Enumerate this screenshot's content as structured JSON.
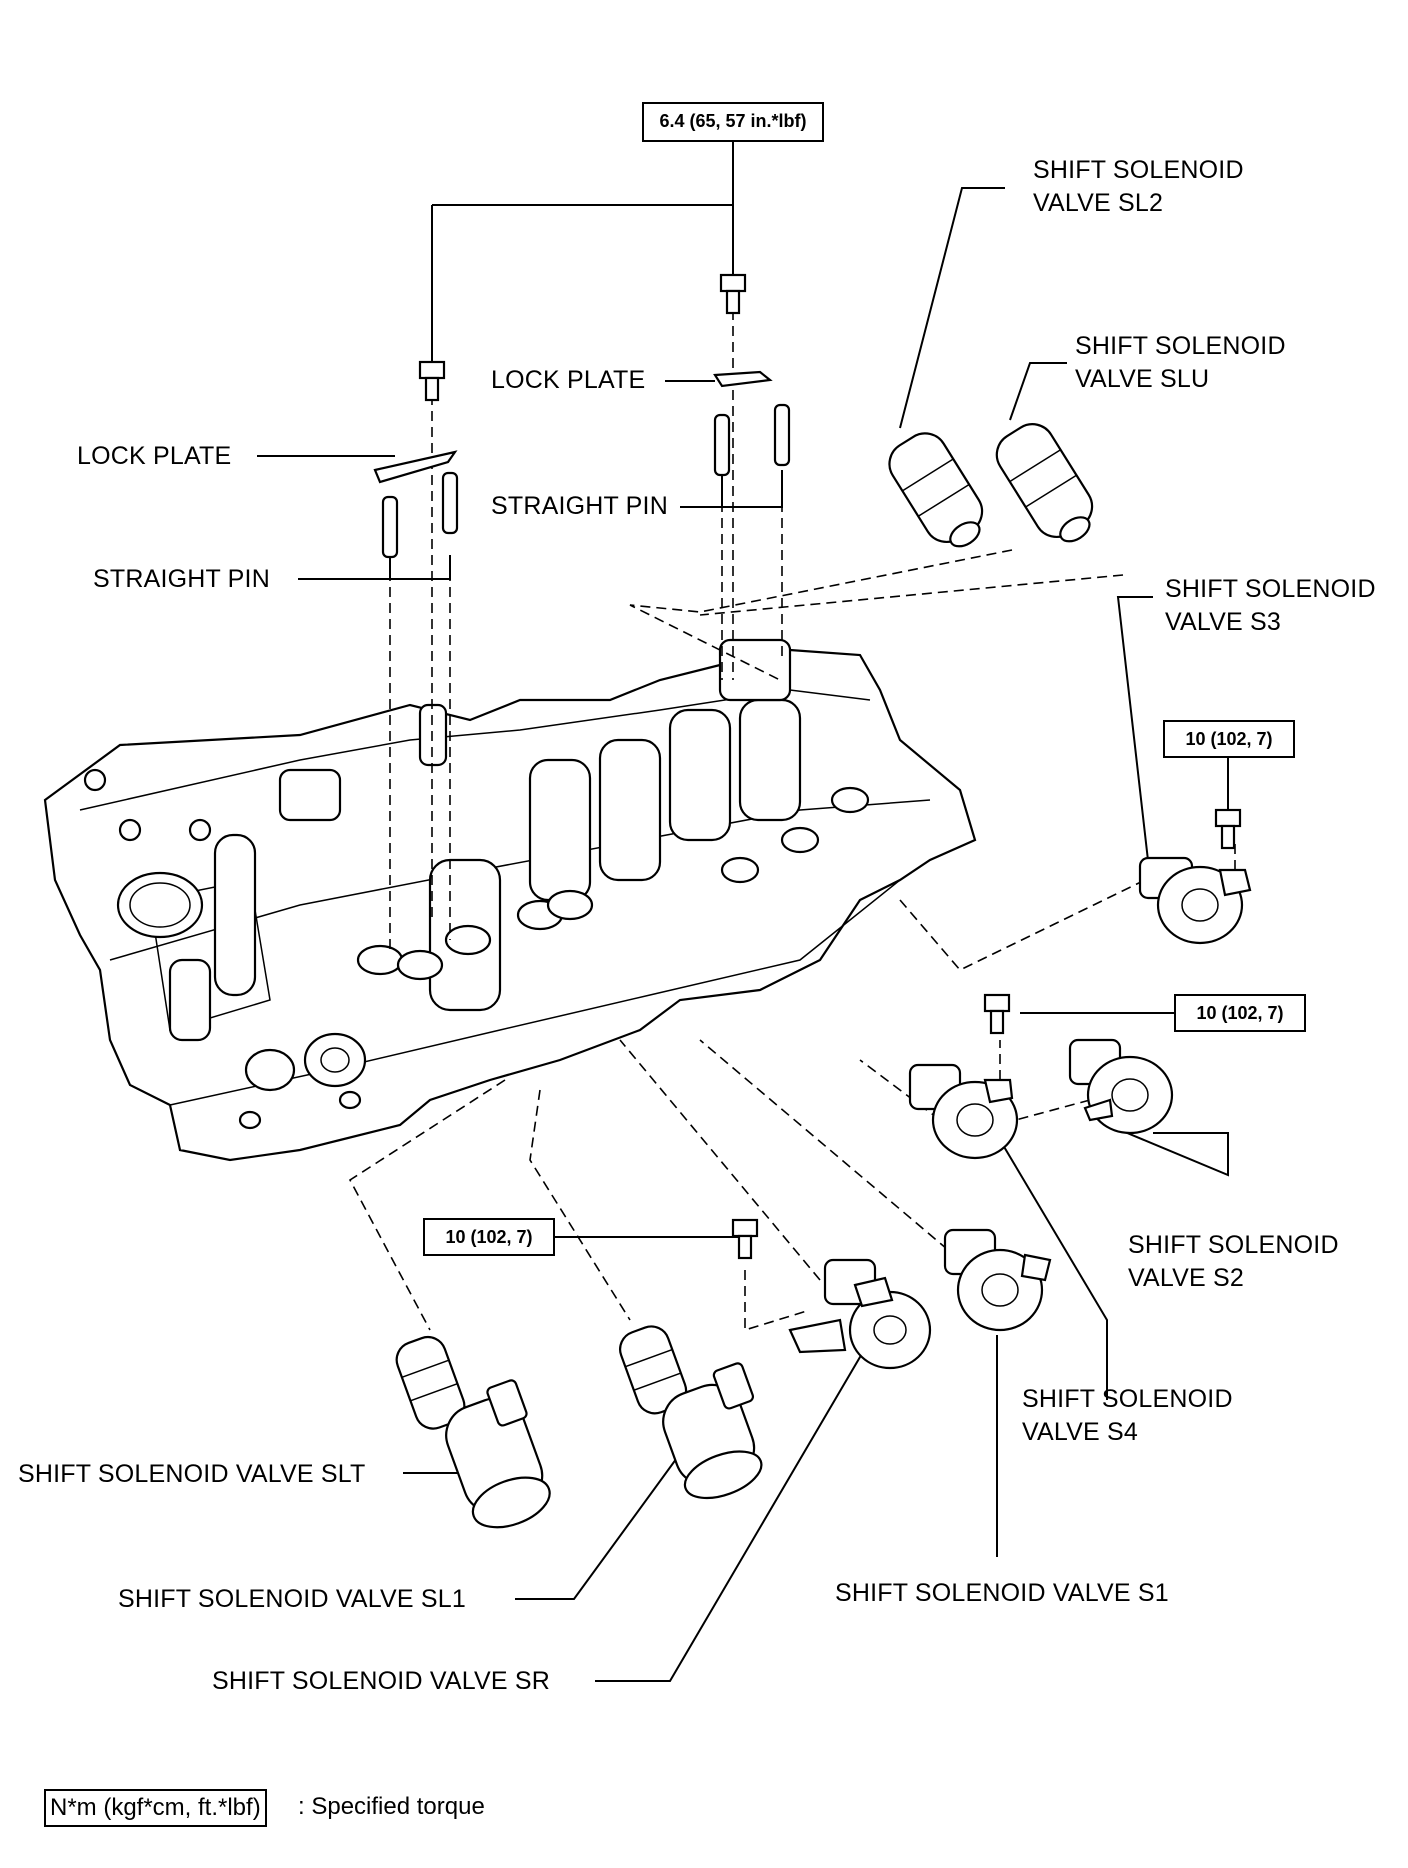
{
  "torque_boxes": {
    "top": "6.4 (65, 57 in.*lbf)",
    "s3": "10 (102, 7)",
    "s2_s4": "10 (102, 7)",
    "sr": "10 (102, 7)"
  },
  "labels": {
    "lock_plate_left": "LOCK PLATE",
    "lock_plate_center": "LOCK PLATE",
    "straight_pin_left": "STRAIGHT PIN",
    "straight_pin_center": "STRAIGHT PIN",
    "sl2": "SHIFT SOLENOID\nVALVE SL2",
    "slu": "SHIFT SOLENOID\nVALVE SLU",
    "s3": "SHIFT SOLENOID\nVALVE S3",
    "s2": "SHIFT SOLENOID\nVALVE S2",
    "s4": "SHIFT SOLENOID\nVALVE S4",
    "slt": "SHIFT SOLENOID VALVE SLT",
    "sl1": "SHIFT SOLENOID VALVE SL1",
    "sr": "SHIFT SOLENOID VALVE SR",
    "s1": "SHIFT SOLENOID VALVE S1"
  },
  "legend": {
    "unit": "N*m (kgf*cm, ft.*lbf)",
    "text": ": Specified torque"
  }
}
